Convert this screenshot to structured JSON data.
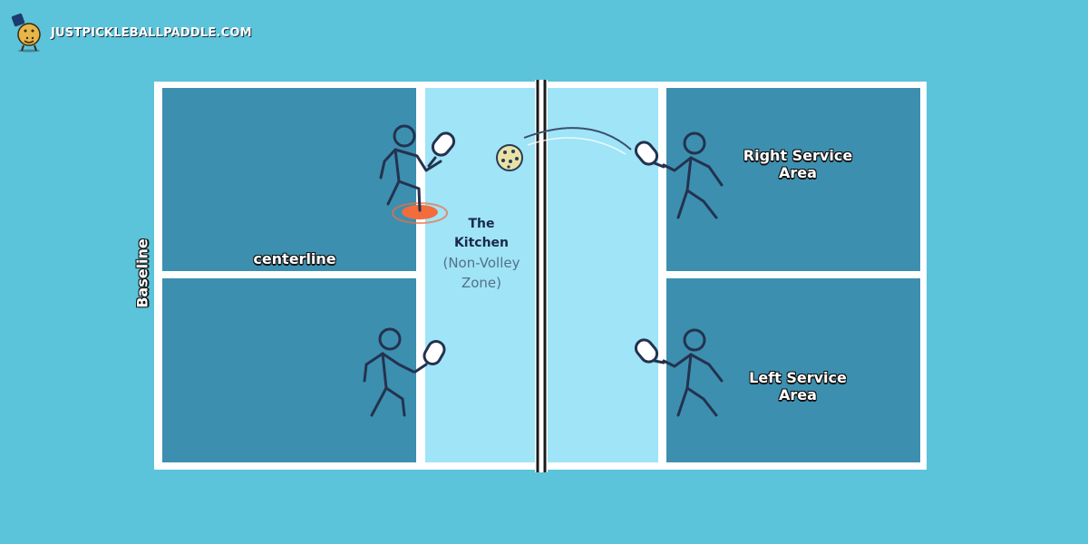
{
  "brand": {
    "name": "JUSTPICKLEBALLPADDLE.COM",
    "logo_icon": "pickleball-mascot-icon"
  },
  "diagram": {
    "labels": {
      "centerline": "centerline",
      "right_service_area": "Right Service Area",
      "left_service_area": "Left Service Area",
      "baseline": "Baseline",
      "kitchen_title_line1": "The",
      "kitchen_title_line2": "Kitchen",
      "kitchen_subtitle_line1": "(Non-Volley",
      "kitchen_subtitle_line2": "Zone)"
    },
    "colors": {
      "background": "#5bc3da",
      "service_area": "#3c8faf",
      "kitchen": "#9fe4f7",
      "lines": "#ffffff",
      "net": "#1a1a1a",
      "player_outline": "#24324f",
      "marker": "#f26c3c",
      "ball": "#e8e2a6"
    },
    "icons": [
      "player-with-paddle-icon",
      "pickleball-icon",
      "position-marker-icon",
      "ball-trajectory-arc"
    ]
  }
}
